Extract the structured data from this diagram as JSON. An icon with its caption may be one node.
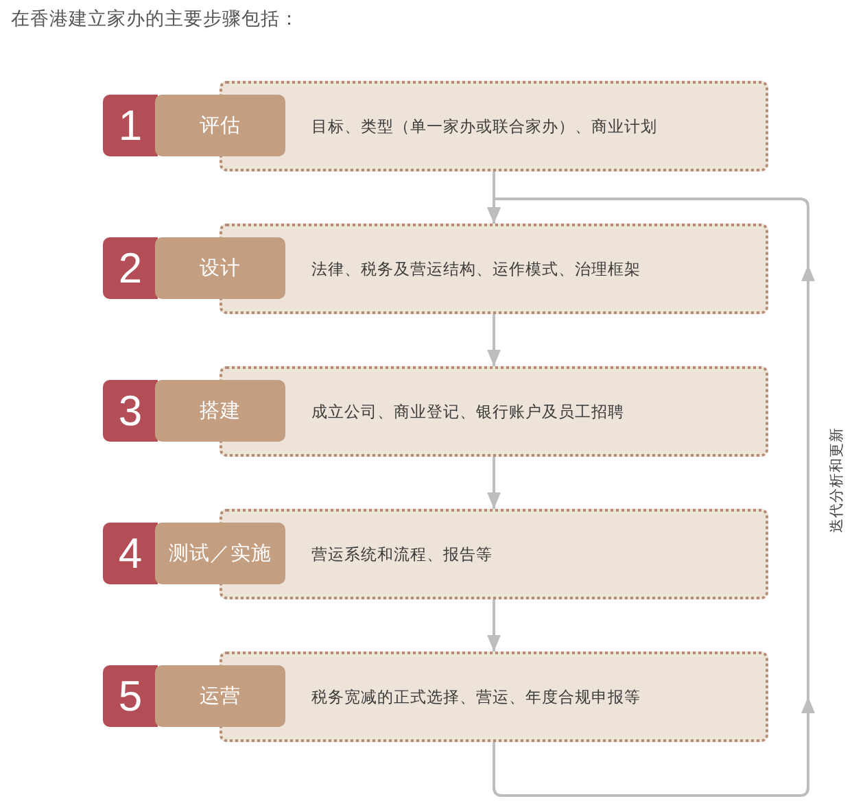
{
  "diagram": {
    "title": "在香港建立家办的主要步骤包括：",
    "nodes": [
      {
        "text": [
          "1",
          "评估",
          "目标、类型（单一家办或联合家办）、商业计划"
        ]
      },
      {
        "text": [
          "2",
          "设计",
          "法律、税务及营运结构、运作模式、治理框架"
        ]
      },
      {
        "text": [
          "3",
          "搭建",
          "成立公司、商业登记、银行账户及员工招聘"
        ]
      },
      {
        "text": [
          "4",
          "测试／实施",
          "营运系统和流程、报告等"
        ]
      },
      {
        "text": [
          "5",
          "运营",
          "税务宽减的正式选择、营运、年度合规申报等"
        ]
      }
    ],
    "edges": [
      {
        "from": 0,
        "to": 1,
        "arrow": "to"
      },
      {
        "from": 1,
        "to": 2,
        "arrow": "to"
      },
      {
        "from": 2,
        "to": 3,
        "arrow": "to"
      },
      {
        "from": 3,
        "to": 4,
        "arrow": "to"
      },
      {
        "from": 4,
        "to": 1,
        "arrow": "to",
        "label": "迭代分析和更新"
      }
    ]
  }
}
